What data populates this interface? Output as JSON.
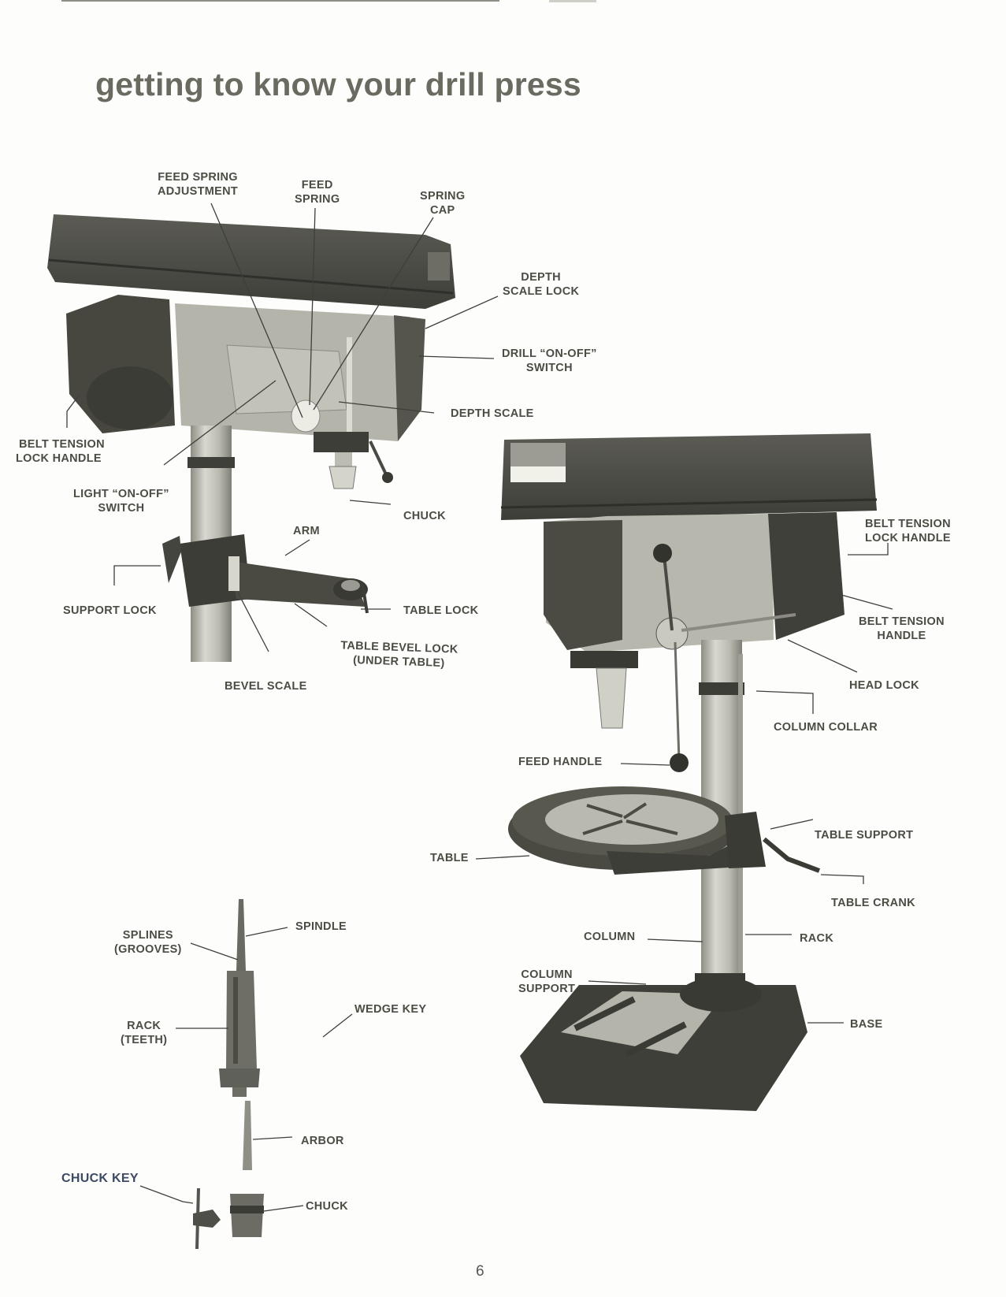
{
  "page": {
    "title": "getting to know your drill press",
    "page_number": "6"
  },
  "figures": {
    "head_closeup": {
      "labels": {
        "feed_spring_adjustment": [
          "FEED SPRING",
          "ADJUSTMENT"
        ],
        "feed_spring": [
          "FEED",
          "SPRING"
        ],
        "spring_cap": [
          "SPRING",
          "CAP"
        ],
        "depth_scale_lock": [
          "DEPTH",
          "SCALE LOCK"
        ],
        "drill_on_off_switch": [
          "DRILL “ON-OFF”",
          "SWITCH"
        ],
        "depth_scale": "DEPTH SCALE",
        "belt_tension_lock_handle": [
          "BELT TENSION",
          "LOCK HANDLE"
        ],
        "light_on_off_switch": [
          "LIGHT “ON-OFF”",
          "SWITCH"
        ],
        "chuck": "CHUCK",
        "arm": "ARM",
        "support_lock": "SUPPORT LOCK",
        "table_lock": "TABLE LOCK",
        "table_bevel_lock": [
          "TABLE BEVEL LOCK",
          "(UNDER TABLE)"
        ],
        "bevel_scale": "BEVEL SCALE"
      }
    },
    "full_press": {
      "labels": {
        "belt_tension_lock_handle": [
          "BELT TENSION",
          "LOCK HANDLE"
        ],
        "belt_tension_handle": [
          "BELT TENSION",
          "HANDLE"
        ],
        "head_lock": "HEAD LOCK",
        "column_collar": "COLUMN COLLAR",
        "feed_handle": "FEED HANDLE",
        "table_support": "TABLE SUPPORT",
        "table": "TABLE",
        "table_crank": "TABLE CRANK",
        "column": "COLUMN",
        "rack": "RACK",
        "column_support": [
          "COLUMN",
          "SUPPORT"
        ],
        "base": "BASE"
      }
    },
    "spindle_assembly": {
      "labels": {
        "splines": [
          "SPLINES",
          "(GROOVES)"
        ],
        "spindle": "SPINDLE",
        "rack_teeth": [
          "RACK",
          "(TEETH)"
        ],
        "wedge_key": "WEDGE KEY",
        "arbor": "ARBOR",
        "chuck_key": "CHUCK KEY",
        "chuck": "CHUCK"
      }
    }
  }
}
